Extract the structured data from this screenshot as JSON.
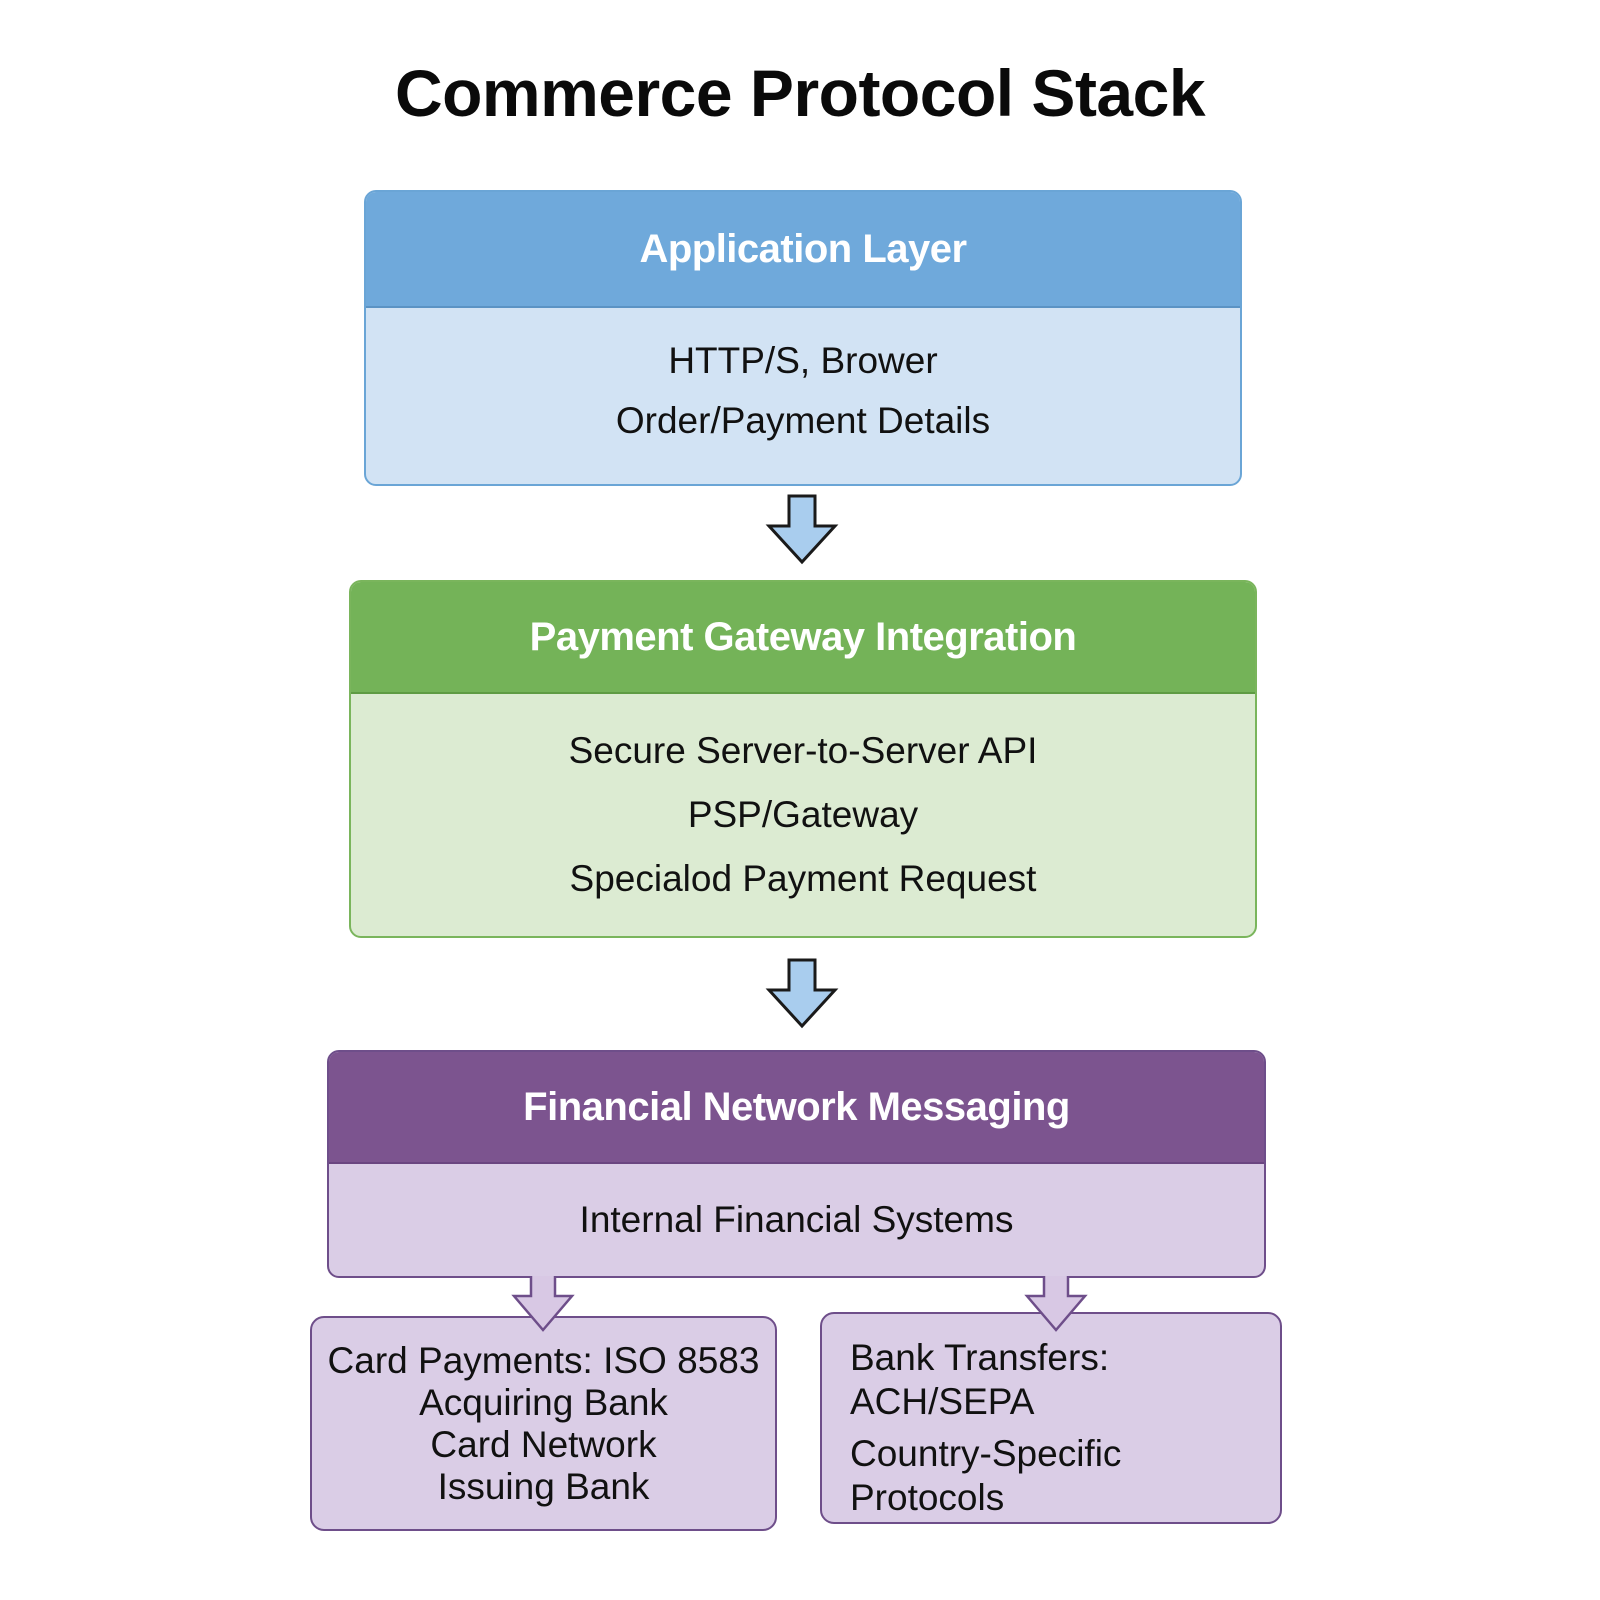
{
  "title": "Commerce Protocol Stack",
  "layers": [
    {
      "header": "Application Layer",
      "lines": [
        "HTTP/S, Brower",
        "Order/Payment Details"
      ],
      "header_color": "#6fa9db",
      "body_color": "#d2e3f4"
    },
    {
      "header": "Payment Gateway Integration",
      "lines": [
        "Secure Server-to-Server API",
        "PSP/Gateway",
        "Specialod Payment Request"
      ],
      "header_color": "#74b358",
      "body_color": "#dcebd2"
    },
    {
      "header": "Financial Network Messaging",
      "lines": [
        "Internal Financial Systems"
      ],
      "header_color": "#7c548f",
      "body_color": "#dacde6"
    }
  ],
  "branches": [
    {
      "lines": [
        "Card Payments: ISO 8583",
        "Acquiring Bank",
        "Card Network",
        "Issuing Bank"
      ]
    },
    {
      "lines": [
        "Bank Transfers:",
        "ACH/SEPA",
        "Country-Specific Protocols"
      ]
    }
  ],
  "arrows": {
    "main_color": "#a9cdee",
    "branch_color": "#d8c8e4"
  }
}
